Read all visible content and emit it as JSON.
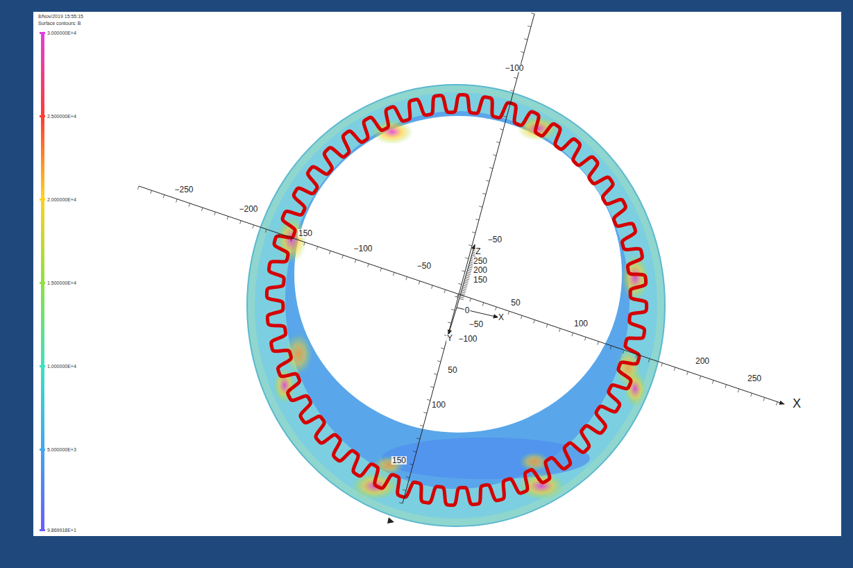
{
  "diagram": {
    "labels": [
      "8/Nov/2019 15:55:15",
      "Surface contours: B",
      "−250",
      "−200",
      "150",
      "−100",
      "−50",
      "50",
      "100",
      "200",
      "250",
      "X",
      "X",
      "−100",
      "−50",
      "50",
      "100",
      "150",
      "Z",
      "250",
      "200",
      "150",
      "0",
      "−50",
      "Y",
      "−100"
    ],
    "legend": [
      {
        "text": "3.000000E+4",
        "color": "#e040e0"
      },
      {
        "text": "2.500000E+4",
        "color": "#ff3a30"
      },
      {
        "text": "2.000000E+4",
        "color": "#ffd020"
      },
      {
        "text": "1.500000E+4",
        "color": "#90e040"
      },
      {
        "text": "1.000000E+4",
        "color": "#40e0c0"
      },
      {
        "text": "5.000000E+3",
        "color": "#40a8f0"
      },
      {
        "text": "9.869918E+1",
        "color": "#6a5cff"
      }
    ]
  }
}
